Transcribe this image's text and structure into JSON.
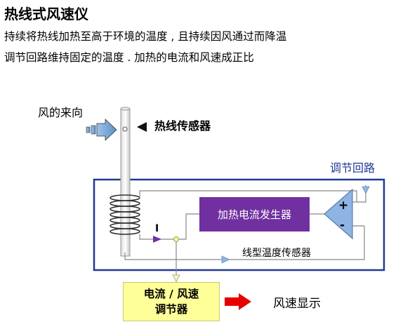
{
  "title": "热线式风速仪",
  "description": {
    "line1": "持续将热线加热至高于环境的温度 , 且持续因风通过而降温",
    "line2": "调节回路维持固定的温度 . 加热的电流和风速成正比"
  },
  "diagram": {
    "wind_direction_label": "风的来向",
    "hot_wire_sensor_label": "热线传感器",
    "control_loop_label": "调节回路",
    "current_symbol": "I",
    "generator_label": "加热电流发生器",
    "amp_plus": "+",
    "amp_minus": "-",
    "temperature_sensor_label": "线型温度传感器",
    "regulator_line1": "电流 / 风速",
    "regulator_line2": "调节器",
    "wind_speed_display_label": "风速显示"
  },
  "colors": {
    "loop_border": "#1f3a93",
    "generator_fill": "#7030a0",
    "amplifier_fill": "#8eb4e3",
    "regulator_fill": "#ffff99",
    "output_arrow": "#e60000",
    "current_arrow": "#7030a0",
    "wire_color": "#888888"
  }
}
